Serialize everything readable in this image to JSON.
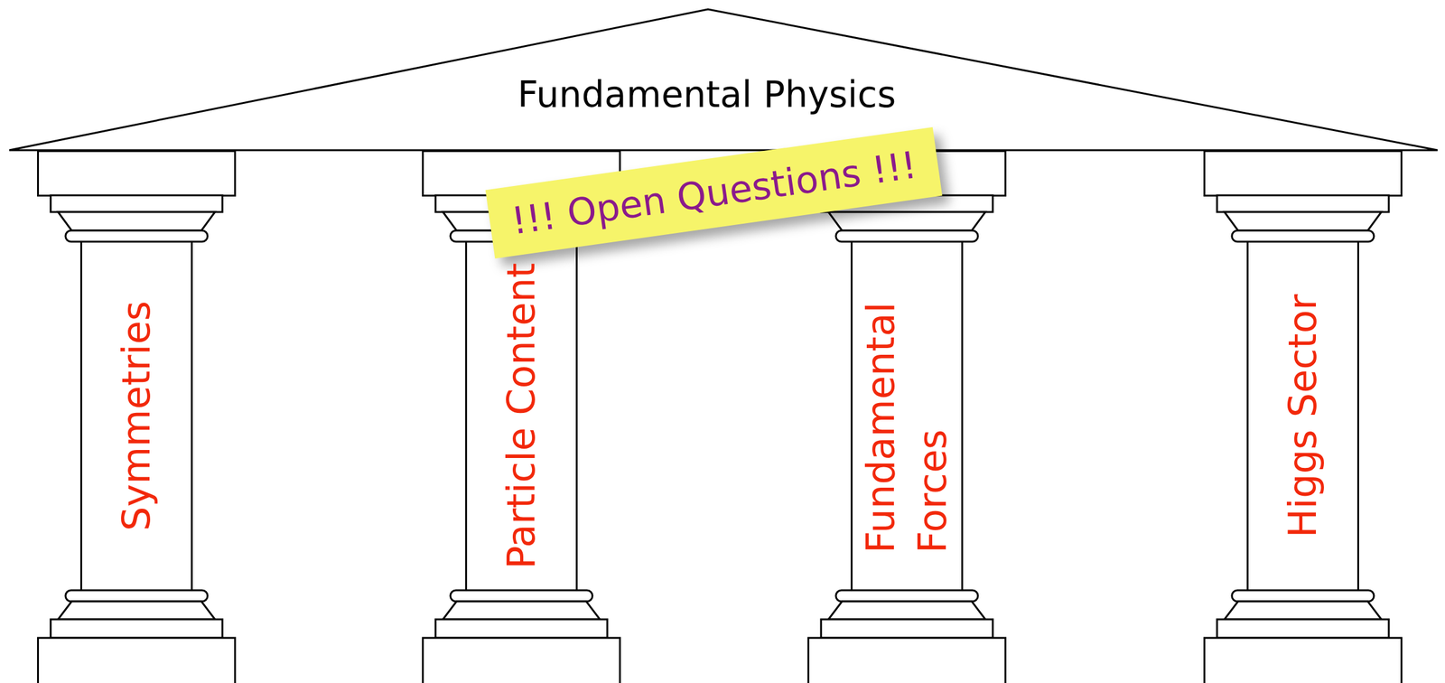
{
  "diagram": {
    "nodes": [
      {
        "text": [
          "Fundamental Physics"
        ]
      },
      {
        "text": [
          "Symmetries"
        ]
      },
      {
        "text": [
          "Particle Content"
        ]
      },
      {
        "text": [
          "Fundamental Forces"
        ]
      },
      {
        "text": [
          "Higgs Sector"
        ]
      },
      {
        "text": [
          "!!! Open Questions !!!"
        ]
      }
    ]
  }
}
